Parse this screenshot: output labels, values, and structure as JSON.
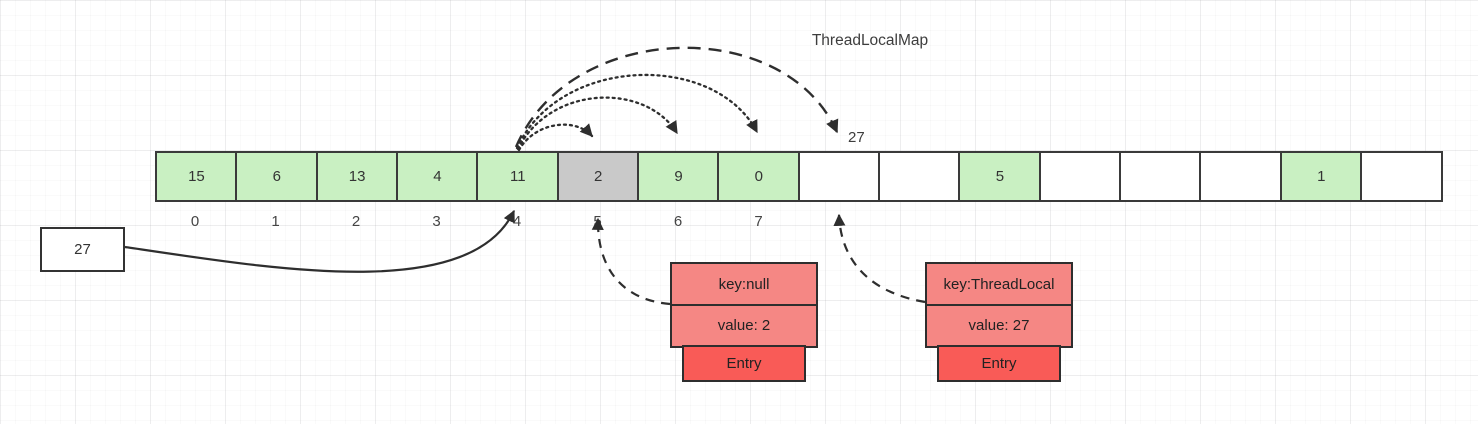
{
  "title": "ThreadLocalMap",
  "probe_value_label": "27",
  "source_box": {
    "label": "27"
  },
  "array": {
    "cells": [
      {
        "value": "15",
        "type": "green"
      },
      {
        "value": "6",
        "type": "green"
      },
      {
        "value": "13",
        "type": "green"
      },
      {
        "value": "4",
        "type": "green"
      },
      {
        "value": "11",
        "type": "green"
      },
      {
        "value": "2",
        "type": "gray"
      },
      {
        "value": "9",
        "type": "green"
      },
      {
        "value": "0",
        "type": "green"
      },
      {
        "value": "",
        "type": "empty"
      },
      {
        "value": "",
        "type": "empty"
      },
      {
        "value": "5",
        "type": "green"
      },
      {
        "value": "",
        "type": "empty"
      },
      {
        "value": "",
        "type": "empty"
      },
      {
        "value": "",
        "type": "empty"
      },
      {
        "value": "1",
        "type": "green"
      },
      {
        "value": "",
        "type": "empty"
      }
    ],
    "index_labels": [
      "0",
      "1",
      "2",
      "3",
      "4",
      "5",
      "6",
      "7"
    ]
  },
  "entries": [
    {
      "key": "key:null",
      "value": "value: 2",
      "tag": "Entry"
    },
    {
      "key": "key:ThreadLocal",
      "value": "value: 27",
      "tag": "Entry"
    }
  ],
  "colors": {
    "cell_green": "#c9f0c2",
    "cell_gray": "#c9c9c9",
    "entry_body": "#f58784",
    "entry_tag": "#f95b57",
    "stroke": "#333333"
  }
}
